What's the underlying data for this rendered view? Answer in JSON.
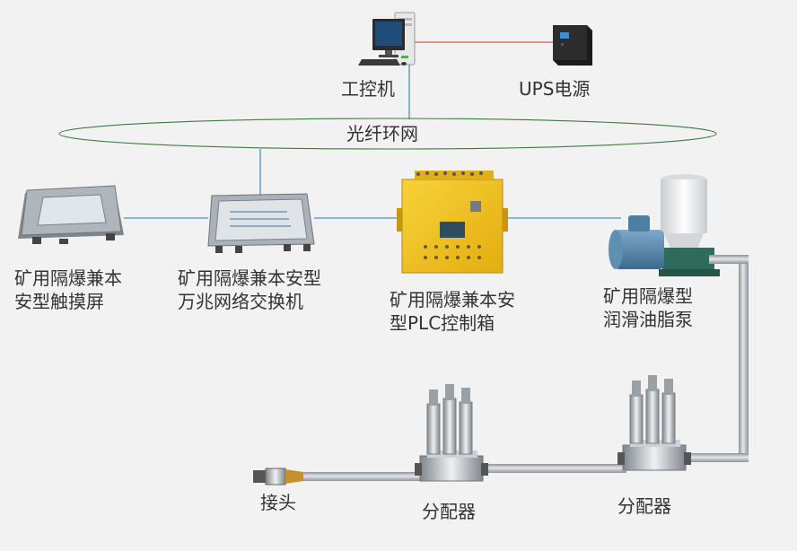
{
  "labels": {
    "ipc": "工控机",
    "ups": "UPS电源",
    "ring": "光纤环网",
    "touchscreen_l1": "矿用隔爆兼本",
    "touchscreen_l2": "安型触摸屏",
    "switch_l1": "矿用隔爆兼本安型",
    "switch_l2": "万兆网络交换机",
    "plc_l1": "矿用隔爆兼本安",
    "plc_l2": "型PLC控制箱",
    "pump_l1": "矿用隔爆型",
    "pump_l2": "润滑油脂泵",
    "joint": "接头",
    "distributor_a": "分配器",
    "distributor_b": "分配器"
  },
  "colors": {
    "background": "#f2f2f2",
    "network_line": "#4a8fc4",
    "power_line": "#e0604a",
    "ring": "#3f7a3f",
    "pipe": "#a9aeb3",
    "plc_body": "#f2c31a",
    "text": "#333333"
  },
  "icons": [
    "computer-icon",
    "ups-icon",
    "touchscreen-device-icon",
    "network-switch-device-icon",
    "plc-control-box-icon",
    "grease-pump-icon",
    "distributor-valve-icon",
    "joint-connector-icon"
  ]
}
